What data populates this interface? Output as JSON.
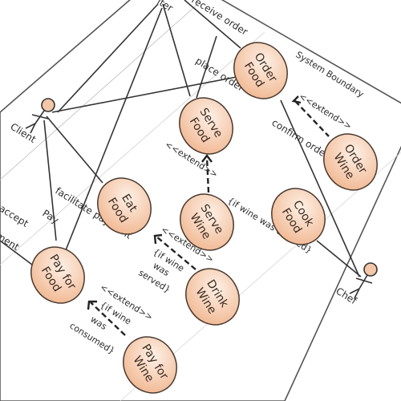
{
  "diagram": {
    "system_boundary_label": "System Boundary",
    "actors": {
      "client": "Client",
      "chef": "Chef",
      "waiter_fragment": "iter"
    },
    "use_cases": {
      "order_food": [
        "Order",
        "Food"
      ],
      "serve_food": [
        "Serve",
        "Food"
      ],
      "order_wine": [
        "Order",
        "Wine"
      ],
      "eat_food": [
        "Eat",
        "Food"
      ],
      "serve_wine": [
        "Serve",
        "Wine"
      ],
      "cook_food": [
        "Cook",
        "Food"
      ],
      "pay_for_food": [
        "Pay for",
        "Food"
      ],
      "drink_wine": [
        "Drink",
        "Wine"
      ],
      "pay_for_wine": [
        "Pay for",
        "Wine"
      ]
    },
    "association_labels": {
      "receive_order": "receive order",
      "place_order": "place order",
      "confirm_order": "confirm order",
      "facilitate_payment": "facilitate payment",
      "pay": "Pay",
      "accept": "accept",
      "payment_fragment": "ment"
    },
    "extend_label": "<<extend>>",
    "conditions": {
      "wine_ordered": "{if wine was ordered}",
      "wine_served": [
        "{if wine",
        "was",
        "served}"
      ],
      "wine_consumed": [
        "{if wine",
        "was",
        "consumed}"
      ]
    }
  },
  "colors": {
    "use_case_fill": "#f4c7a8",
    "use_case_stroke": "#4a3a30",
    "line": "#333333",
    "boundary": "#555555"
  }
}
